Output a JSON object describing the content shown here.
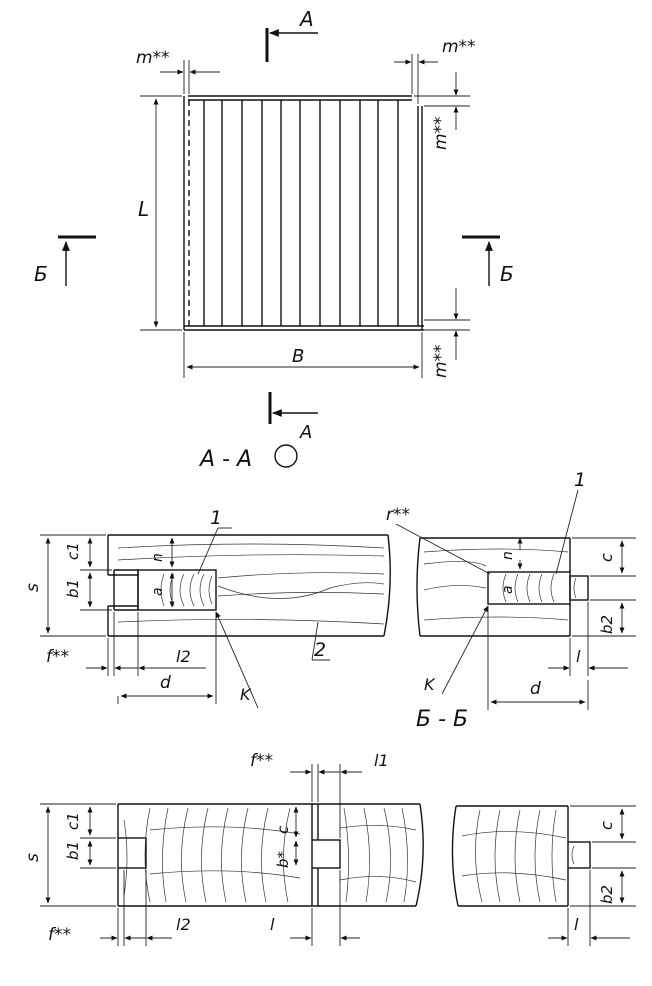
{
  "labels": {
    "section_a": "А",
    "section_b": "Б",
    "m": "m**",
    "L": "L",
    "B": "B",
    "view_aa": "А - А",
    "view_aa_ref": "А",
    "view_bb": "Б - Б",
    "num1": "1",
    "num2": "2",
    "r": "r**",
    "s": "s",
    "c": "c",
    "c1": "c1",
    "b": "b*",
    "b1": "b1",
    "b2": "b2",
    "n": "n",
    "a": "a",
    "f": "f**",
    "l": "l",
    "l1": "l1",
    "l2": "l2",
    "d": "d",
    "K": "K"
  },
  "colors": {
    "ink": "#111111",
    "paper": "#ffffff"
  }
}
